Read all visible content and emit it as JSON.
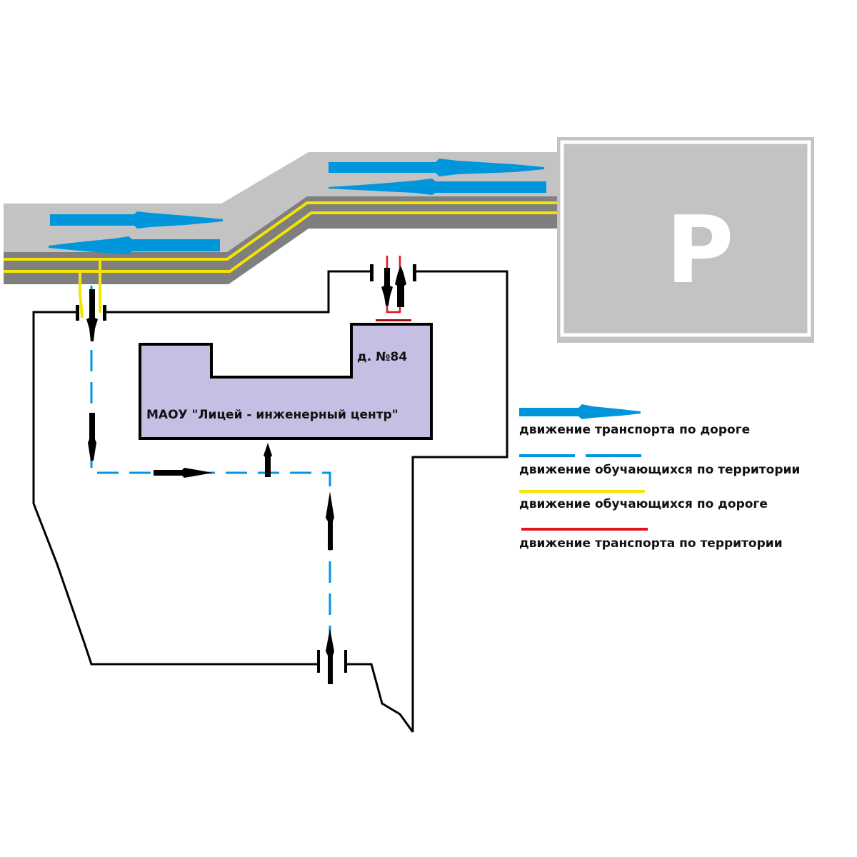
{
  "diagram": {
    "type": "school-territory-traffic-scheme",
    "building": {
      "name": "МАОУ \"Лицей - инженерный центр\"",
      "number_label": "д. №84"
    },
    "parking": {
      "label": "P"
    },
    "legend": [
      {
        "symbol": "blue-arrow",
        "color": "#0096dc",
        "label": "движение транспорта по дороге"
      },
      {
        "symbol": "blue-dashed-line",
        "color": "#0096dc",
        "label": "движение обучающихся по территории"
      },
      {
        "symbol": "yellow-line",
        "color": "#f5e400",
        "label": "движение обучающихся по дороге"
      },
      {
        "symbol": "red-line",
        "color": "#e0141e",
        "label": "движение транспорта по территории"
      }
    ],
    "colors": {
      "road_light": "#c3c3c3",
      "road_dark": "#7f7f7f",
      "building_fill": "#c7bfe3",
      "fence": "#000000"
    }
  }
}
